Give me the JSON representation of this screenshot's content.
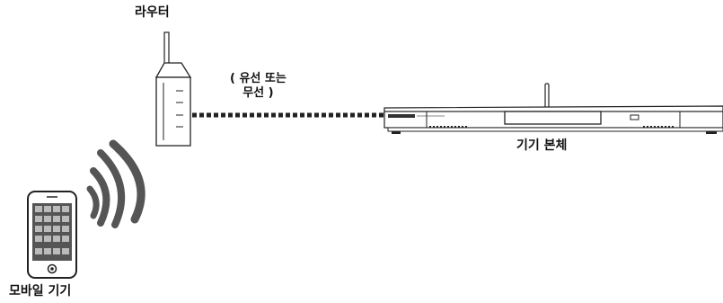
{
  "labels": {
    "router": "라우터",
    "connection_line1": "( 유선 또는",
    "connection_line2": "무선 )",
    "main_unit": "기기 본체",
    "mobile_device": "모바일 기기"
  },
  "icons": {
    "router": "router-icon",
    "main_unit": "soundbar-unit-icon",
    "mobile": "smartphone-icon",
    "wireless": "wifi-waves-icon"
  },
  "colors": {
    "line": "#222222",
    "device_fill": "#ffffff",
    "wave": "#555555"
  }
}
